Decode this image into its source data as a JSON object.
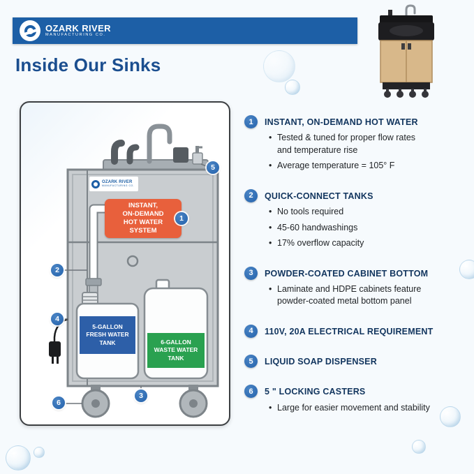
{
  "header": {
    "brand_line1": "OZARK RIVER",
    "brand_line2": "MANUFACTURING CO."
  },
  "page_title": "Inside Our Sinks",
  "diagram": {
    "brand_line1": "OZARK RIVER",
    "brand_line2": "MANUFACTURING CO.",
    "hot_water_label": "INSTANT,\nON-DEMAND\nHOT WATER\nSYSTEM",
    "fresh_tank_label": "5-GALLON\nFRESH WATER\nTANK",
    "waste_tank_label": "6-GALLON\nWASTE WATER\nTANK",
    "callout_numbers": [
      "1",
      "2",
      "3",
      "4",
      "5",
      "6"
    ]
  },
  "features": [
    {
      "number": "1",
      "title": "INSTANT, ON-DEMAND HOT WATER",
      "bullets": [
        "Tested & tuned for proper flow rates and temperature rise",
        "Average temperature = 105° F"
      ]
    },
    {
      "number": "2",
      "title": "QUICK-CONNECT TANKS",
      "bullets": [
        "No tools required",
        "45-60 handwashings",
        "17% overflow capacity"
      ]
    },
    {
      "number": "3",
      "title": "POWDER-COATED CABINET BOTTOM",
      "bullets": [
        "Laminate and HDPE cabinets feature powder-coated metal bottom panel"
      ]
    },
    {
      "number": "4",
      "title": "110V, 20A ELECTRICAL REQUIREMENT",
      "bullets": []
    },
    {
      "number": "5",
      "title": "LIQUID SOAP DISPENSER",
      "bullets": []
    },
    {
      "number": "6",
      "title": "5 \" LOCKING CASTERS",
      "bullets": [
        "Large for easier movement and stability"
      ]
    }
  ],
  "colors": {
    "header_blue": "#1d5fa6",
    "title_navy": "#1b4e8f",
    "badge_blue": "#2f6cb3",
    "hot_water_orange": "#e8603c",
    "fresh_tank_blue": "#2d5fa8",
    "waste_tank_green": "#2aa150"
  }
}
